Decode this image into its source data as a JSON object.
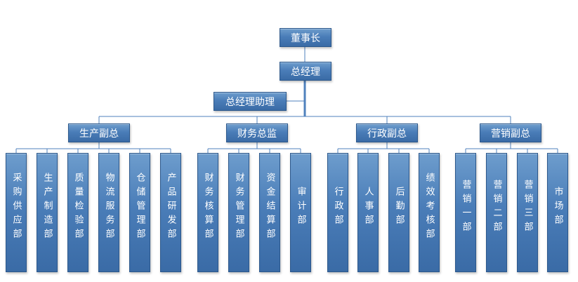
{
  "org": {
    "chairman": "董事长",
    "general_manager": "总经理",
    "assistant": "总经理助理",
    "branches": [
      {
        "label": "生产副总",
        "departments": [
          "采购供应部",
          "生产制造部",
          "质量检验部",
          "物流服务部",
          "仓储管理部",
          "产品研发部"
        ]
      },
      {
        "label": "财务总监",
        "departments": [
          "财务核算部",
          "财务管理部",
          "资金结算部",
          "审计部"
        ]
      },
      {
        "label": "行政副总",
        "departments": [
          "行政部",
          "人事部",
          "后勤部",
          "绩效考核部"
        ]
      },
      {
        "label": "营销副总",
        "departments": [
          "营销一部",
          "营销二部",
          "营销三部",
          "市场部"
        ]
      }
    ]
  },
  "colors": {
    "node_fill": "#4a7db8",
    "node_border": "#2c588c",
    "connector": "#4f81bd",
    "text": "#ffffff",
    "background": "#ffffff"
  }
}
